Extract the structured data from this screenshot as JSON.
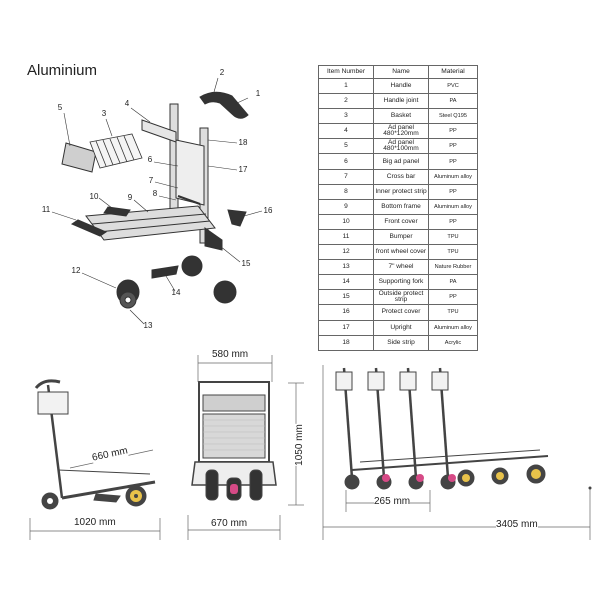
{
  "heading": "Aluminium",
  "parts_table": {
    "headers": [
      "Item Number",
      "Name",
      "Material"
    ],
    "rows": [
      {
        "item": "1",
        "name": "Handle",
        "material": "PVC"
      },
      {
        "item": "2",
        "name": "Handle joint",
        "material": "PA"
      },
      {
        "item": "3",
        "name": "Basket",
        "material": "Steel Q195"
      },
      {
        "item": "4",
        "name": "Ad panel 480*120mm",
        "material": "PP"
      },
      {
        "item": "5",
        "name": "Ad panel 480*100mm",
        "material": "PP"
      },
      {
        "item": "6",
        "name": "Big ad panel",
        "material": "PP"
      },
      {
        "item": "7",
        "name": "Cross bar",
        "material": "Aluminum alloy"
      },
      {
        "item": "8",
        "name": "Inner protect strip",
        "material": "PP"
      },
      {
        "item": "9",
        "name": "Bottom frame",
        "material": "Aluminum alloy"
      },
      {
        "item": "10",
        "name": "Front cover",
        "material": "PP"
      },
      {
        "item": "11",
        "name": "Bumper",
        "material": "TPU"
      },
      {
        "item": "12",
        "name": "front wheel cover",
        "material": "TPU"
      },
      {
        "item": "13",
        "name": "7\" wheel",
        "material": "Nature Rubber"
      },
      {
        "item": "14",
        "name": "Supporting fork",
        "material": "PA"
      },
      {
        "item": "15",
        "name": "Outside protect strip",
        "material": "PP"
      },
      {
        "item": "16",
        "name": "Protect cover",
        "material": "TPU"
      },
      {
        "item": "17",
        "name": "Upright",
        "material": "Aluminum alloy"
      },
      {
        "item": "18",
        "name": "Side strip",
        "material": "Acrylic"
      }
    ]
  },
  "callouts": [
    "1",
    "2",
    "3",
    "4",
    "5",
    "6",
    "7",
    "8",
    "9",
    "10",
    "11",
    "12",
    "13",
    "14",
    "15",
    "16",
    "17",
    "18"
  ],
  "dimensions": {
    "side_length": "1020 mm",
    "basket_length": "660 mm",
    "front_top_width": "580 mm",
    "front_height": "1050 mm",
    "front_bottom_width": "670 mm",
    "stack_pitch": "265 mm",
    "stack_length": "3405 mm"
  },
  "colors": {
    "wheel_hub": "#e8c24a",
    "wheel_accent": "#d64a86",
    "frame": "#555555",
    "panel": "#cfcfcf"
  }
}
